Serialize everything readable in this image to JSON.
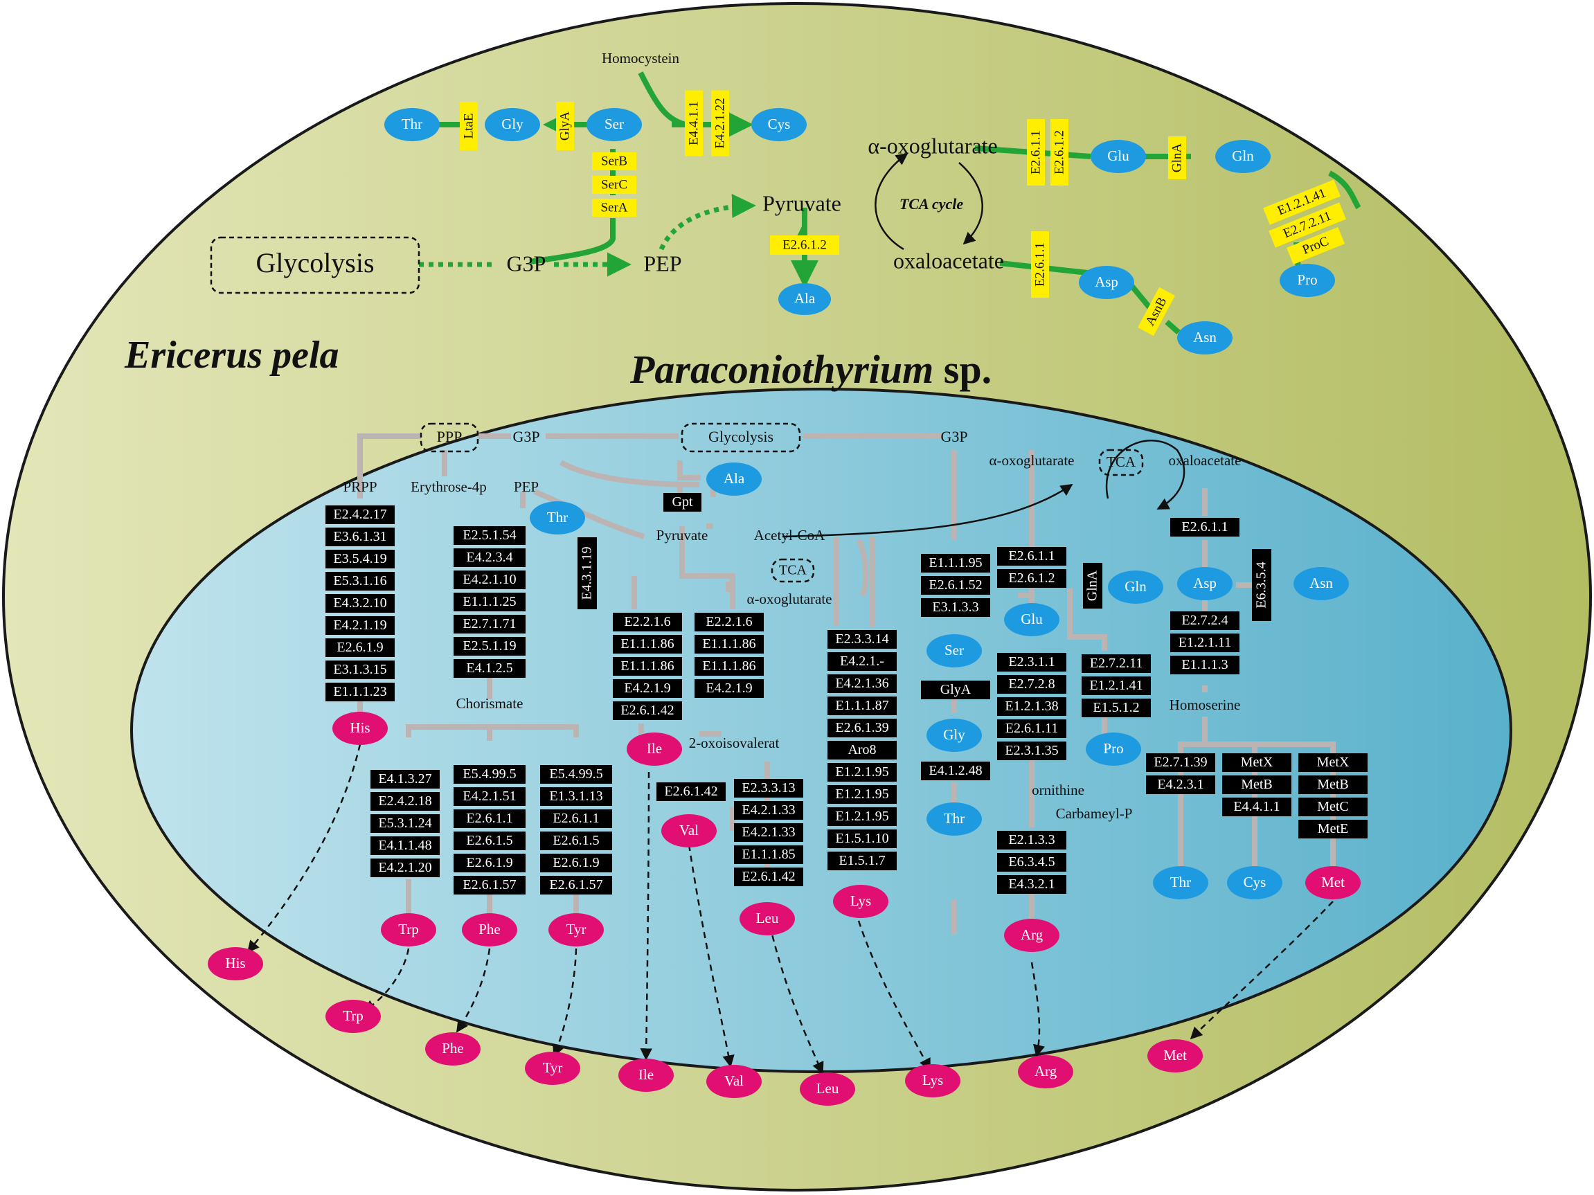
{
  "colors": {
    "outer_fill_left": "#e3e6b8",
    "outer_fill_right": "#b3bd62",
    "inner_fill_left": "#bfe3ec",
    "inner_fill_right": "#5ab1cb",
    "green": "#22a536",
    "gray": "#bcb3b3",
    "yellow": "#ffee00",
    "blue": "#1e9be0",
    "magenta": "#e20f73",
    "enzyme_box": "#000000"
  },
  "labels": {
    "host": "Ericerus pela",
    "symbiont_italic": "Paraconiothyrium",
    "symbiont_suffix": " sp.",
    "outer": {
      "homocystein": "Homocystein",
      "glycolysis": "Glycolysis",
      "g3p": "G3P",
      "pep": "PEP",
      "pyruvate": "Pyruvate",
      "oxoglutarate": "α-oxoglutarate",
      "oxaloacetate": "oxaloacetate",
      "tca_cycle": "TCA cycle"
    },
    "inner": {
      "ppp": "PPP",
      "g3p_left": "G3P",
      "glycolysis": "Glycolysis",
      "g3p_right": "G3P",
      "prpp": "PRPP",
      "erythrose": "Erythrose-4p",
      "pep": "PEP",
      "pyruvate": "Pyruvate",
      "acetyl_coa": "Acetyl-CoA",
      "tca_small": "TCA",
      "oxoglutarate_mid": "α-oxoglutarate",
      "oxoglutarate_right": "α-oxoglutarate",
      "tca_right": "TCA",
      "oxaloacetate": "oxaloacetate",
      "chorismate": "Chorismate",
      "oxoisovalerat": "2-oxoisovalerat",
      "ornithine": "ornithine",
      "carbamoyl": "Carbameyl-P",
      "homoserine": "Homoserine"
    }
  },
  "outer_enzymes": {
    "ltae": "LtaE",
    "glya": "GlyA",
    "e4411": "E4.4.1.1",
    "e42122": "E4.2.1.22",
    "serb": "SerB",
    "serc": "SerC",
    "sera": "SerA",
    "e2612_ala": "E2.6.1.2",
    "e2611_glu": "E2.6.1.1",
    "e2612_glu": "E2.6.1.2",
    "glna": "GlnA",
    "e12141": "E1.2.1.41",
    "e27211": "E2.7.2.11",
    "proc": "ProC",
    "e2611_asp": "E2.6.1.1",
    "asnb": "AsnB"
  },
  "outer_nodes": {
    "thr": "Thr",
    "gly": "Gly",
    "ser": "Ser",
    "cys": "Cys",
    "ala": "Ala",
    "glu": "Glu",
    "gln": "Gln",
    "pro": "Pro",
    "asp": "Asp",
    "asn": "Asn"
  },
  "inner_nodes": {
    "ala": "Ala",
    "thr_top": "Thr",
    "gln": "Gln",
    "asp": "Asp",
    "asn": "Asn",
    "glu": "Glu",
    "ser": "Ser",
    "gly": "Gly",
    "thr_mid": "Thr",
    "pro": "Pro",
    "thr_bottom": "Thr",
    "cys": "Cys"
  },
  "inner_products": {
    "his": "His",
    "trp": "Trp",
    "phe": "Phe",
    "tyr": "Tyr",
    "ile": "Ile",
    "val": "Val",
    "leu": "Leu",
    "lys": "Lys",
    "arg": "Arg",
    "met": "Met"
  },
  "exported": {
    "his": "His",
    "trp": "Trp",
    "phe": "Phe",
    "tyr": "Tyr",
    "ile": "Ile",
    "val": "Val",
    "leu": "Leu",
    "lys": "Lys",
    "arg": "Arg",
    "met": "Met"
  },
  "enzyme_stacks": {
    "his": [
      "E2.4.2.17",
      "E3.6.1.31",
      "E3.5.4.19",
      "E5.3.1.16",
      "E4.3.2.10",
      "E4.2.1.19",
      "E2.6.1.9",
      "E3.1.3.15",
      "E1.1.1.23"
    ],
    "chorismate": [
      "E2.5.1.54",
      "E4.2.3.4",
      "E4.2.1.10",
      "E1.1.1.25",
      "E2.7.1.71",
      "E2.5.1.19",
      "E4.1.2.5"
    ],
    "thr_ile": [
      "E4.3.1.19"
    ],
    "gpt": [
      "Gpt"
    ],
    "ile": [
      "E2.2.1.6",
      "E1.1.1.86",
      "E1.1.1.86",
      "E4.2.1.9",
      "E2.6.1.42"
    ],
    "oxoiso": [
      "E2.2.1.6",
      "E1.1.1.86",
      "E1.1.1.86",
      "E4.2.1.9"
    ],
    "lys": [
      "E2.3.3.14",
      "E4.2.1.-",
      "E4.2.1.36",
      "E1.1.1.87",
      "E2.6.1.39",
      "Aro8",
      "E1.2.1.95",
      "E1.2.1.95",
      "E1.2.1.95",
      "E1.5.1.10",
      "E1.5.1.7"
    ],
    "trp": [
      "E4.1.3.27",
      "E2.4.2.18",
      "E5.3.1.24",
      "E4.1.1.48",
      "E4.2.1.20"
    ],
    "phe": [
      "E5.4.99.5",
      "E4.2.1.51",
      "E2.6.1.1",
      "E2.6.1.5",
      "E2.6.1.9",
      "E2.6.1.57"
    ],
    "tyr": [
      "E5.4.99.5",
      "E1.3.1.13",
      "E2.6.1.1",
      "E2.6.1.5",
      "E2.6.1.9",
      "E2.6.1.57"
    ],
    "val": [
      "E2.6.1.42"
    ],
    "leu": [
      "E2.3.3.13",
      "E4.2.1.33",
      "E4.2.1.33",
      "E1.1.1.85",
      "E2.6.1.42"
    ],
    "ser": [
      "E1.1.1.95",
      "E2.6.1.52",
      "E3.1.3.3"
    ],
    "glya": [
      "GlyA"
    ],
    "thr_gly": [
      "E4.1.2.48"
    ],
    "glu": [
      "E2.6.1.1",
      "E2.6.1.2"
    ],
    "glna": [
      "GlnA"
    ],
    "orn": [
      "E2.3.1.1",
      "E2.7.2.8",
      "E1.2.1.38",
      "E2.6.1.11",
      "E2.3.1.35"
    ],
    "arg": [
      "E2.1.3.3",
      "E6.3.4.5",
      "E4.3.2.1"
    ],
    "pro": [
      "E2.7.2.11",
      "E1.2.1.41",
      "E1.5.1.2"
    ],
    "asp_top": [
      "E2.6.1.1"
    ],
    "asn": [
      "E6.3.5.4"
    ],
    "homoser": [
      "E2.7.2.4",
      "E1.2.1.11",
      "E1.1.1.3"
    ],
    "thr_b": [
      "E2.7.1.39",
      "E4.2.3.1"
    ],
    "cys_b": [
      "MetX",
      "MetB",
      "E4.4.1.1"
    ],
    "met_b": [
      "MetX",
      "MetB",
      "MetC",
      "MetE"
    ]
  }
}
